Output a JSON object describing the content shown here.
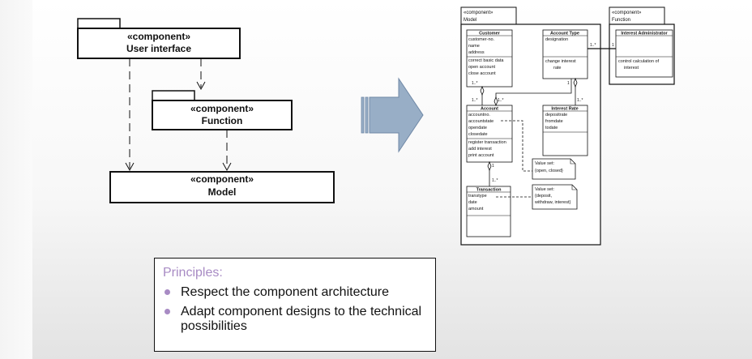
{
  "left_diagram": {
    "ui": {
      "stereotype": "«component»",
      "name": "User interface"
    },
    "function": {
      "stereotype": "«component»",
      "name": "Function"
    },
    "model": {
      "stereotype": "«component»",
      "name": "Model"
    }
  },
  "right_diagram": {
    "model_package": {
      "stereotype": "«component»",
      "name": "Model"
    },
    "function_package": {
      "stereotype": "«component»",
      "name": "Function"
    },
    "customer": {
      "name": "Customer",
      "attributes": [
        "customer-no.",
        "name",
        "address"
      ],
      "operations": [
        "correct basic data",
        "open account",
        "close account"
      ]
    },
    "account_type": {
      "name": "Account Type",
      "attributes": [
        "designation"
      ],
      "operations": [
        "change interest",
        "rate"
      ]
    },
    "interest_admin": {
      "name": "Interest Administrator",
      "attributes": [],
      "operations": [
        "control calculation of",
        "interest"
      ]
    },
    "account": {
      "name": "Account",
      "attributes": [
        "accountno.",
        "accountstate",
        "opendate",
        "closedate"
      ],
      "operations": [
        "register transaction",
        "add interest",
        "print account"
      ]
    },
    "interest_rate": {
      "name": "Interest Rate",
      "attributes": [
        "depositrate",
        "fromdate",
        "todate"
      ],
      "operations": []
    },
    "transaction": {
      "name": "Transaction",
      "attributes": [
        "transtype",
        "date",
        "amount"
      ],
      "operations": []
    },
    "note1": {
      "lines": [
        "Value set:",
        "{open, closed}"
      ]
    },
    "note2": {
      "lines": [
        "Value set:",
        "{deposit,",
        "withdraw, interest}"
      ]
    },
    "multiplicities": {
      "cust_top": "1..*",
      "cust_bottom": "1..*",
      "at_left": "1..*",
      "at_right": "1",
      "at_bottom1": "1",
      "at_bottom2": "1..*",
      "acc_bottom": "1",
      "trans_top": "1..*",
      "ir_top": "1..*"
    }
  },
  "principles": {
    "title": "Principles:",
    "items": [
      "Respect the component architecture",
      "Adapt component designs to the technical possibilities"
    ]
  },
  "colors": {
    "arrow_fill": "#98aec6",
    "arrow_stroke": "#6f88a6",
    "accent": "#a88bc4"
  }
}
